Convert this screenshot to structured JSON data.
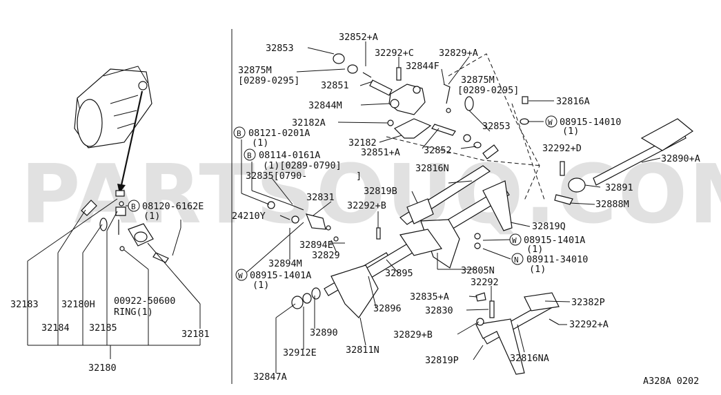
{
  "watermark": "PARTSOUQ.COM",
  "diagram_code": "A328A 0202",
  "callouts": {
    "p32853a": "32853",
    "p32852a": "32852+A",
    "p32292c": "32292+C",
    "p32829a": "32829+A",
    "p32875m_a": "32875M",
    "p32875m_a_range": "[0289-0295]",
    "p32844f": "32844F",
    "p32851": "32851",
    "p32875m_b": "32875M",
    "p32875m_b_range": "[0289-0295]",
    "p32844m": "32844M",
    "p32816a": "32816A",
    "p32182a": "32182A",
    "p08915_14010": "08915-14010",
    "p08915_14010_qty": "(1)",
    "p32853b": "32853",
    "p08121": "08121-0201A",
    "p08121_qty": "(1)",
    "p32182": "32182",
    "p32851a": "32851+A",
    "p32852": "32852",
    "p32292d": "32292+D",
    "p32890a": "32890+A",
    "p08114": "08114-0161A",
    "p08114_qty": "(1)[0289-0790]",
    "p32816n": "32816N",
    "p32835": "32835[0790-",
    "p32835_end": "]",
    "p32891": "32891",
    "p32819b": "32819B",
    "p32888m": "32888M",
    "p08120": "08120-6162E",
    "p08120_qty": "(1)",
    "p32831": "32831",
    "p32292b": "32292+B",
    "p24210y": "24210Y",
    "p32819q": "32819Q",
    "p08915_1401a_r": "08915-1401A",
    "p08915_1401a_r_qty": "(1)",
    "p32894e": "32894E",
    "p32829": "32829",
    "p08911": "08911-34010",
    "p08911_qty": "(1)",
    "p32894m": "32894M",
    "p32805n": "32805N",
    "p32895": "32895",
    "p08915_1401a_l": "08915-1401A",
    "p08915_1401a_l_qty": "(1)",
    "p32292": "32292",
    "p32835a": "32835+A",
    "p32382p": "32382P",
    "p32183": "32183",
    "p32180h": "32180H",
    "p00922": "00922-50600",
    "p00922_ring": "RING(1)",
    "p32896": "32896",
    "p32830": "32830",
    "p32292a": "32292+A",
    "p32184": "32184",
    "p32185": "32185",
    "p32181": "32181",
    "p32890": "32890",
    "p32829b": "32829+B",
    "p32180": "32180",
    "p32912e": "32912E",
    "p32811n": "32811N",
    "p32819p": "32819P",
    "p32816na": "32816NA",
    "p32847a": "32847A"
  },
  "markers": {
    "b": "B",
    "w": "W",
    "n": "N"
  }
}
